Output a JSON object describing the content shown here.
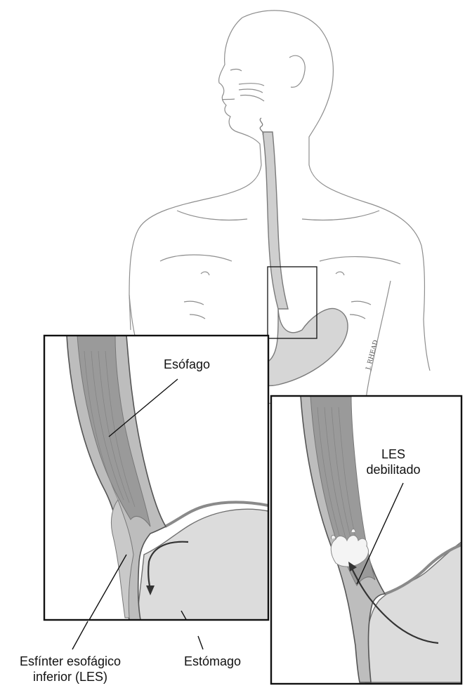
{
  "labels": {
    "esophagus": "Esófago",
    "les_weakened_line1": "LES",
    "les_weakened_line2": "debilitado",
    "sphincter_line1": "Esfínter esofágico",
    "sphincter_line2": "inferior (LES)",
    "stomach": "Estómago",
    "artist_signature": "J. RHEAD"
  },
  "colors": {
    "outline": "#8a8a8a",
    "organ_fill": "#d6d6d6",
    "organ_dark": "#9b9b9b",
    "muscle": "#b8b8b8",
    "frame": "#111111"
  }
}
